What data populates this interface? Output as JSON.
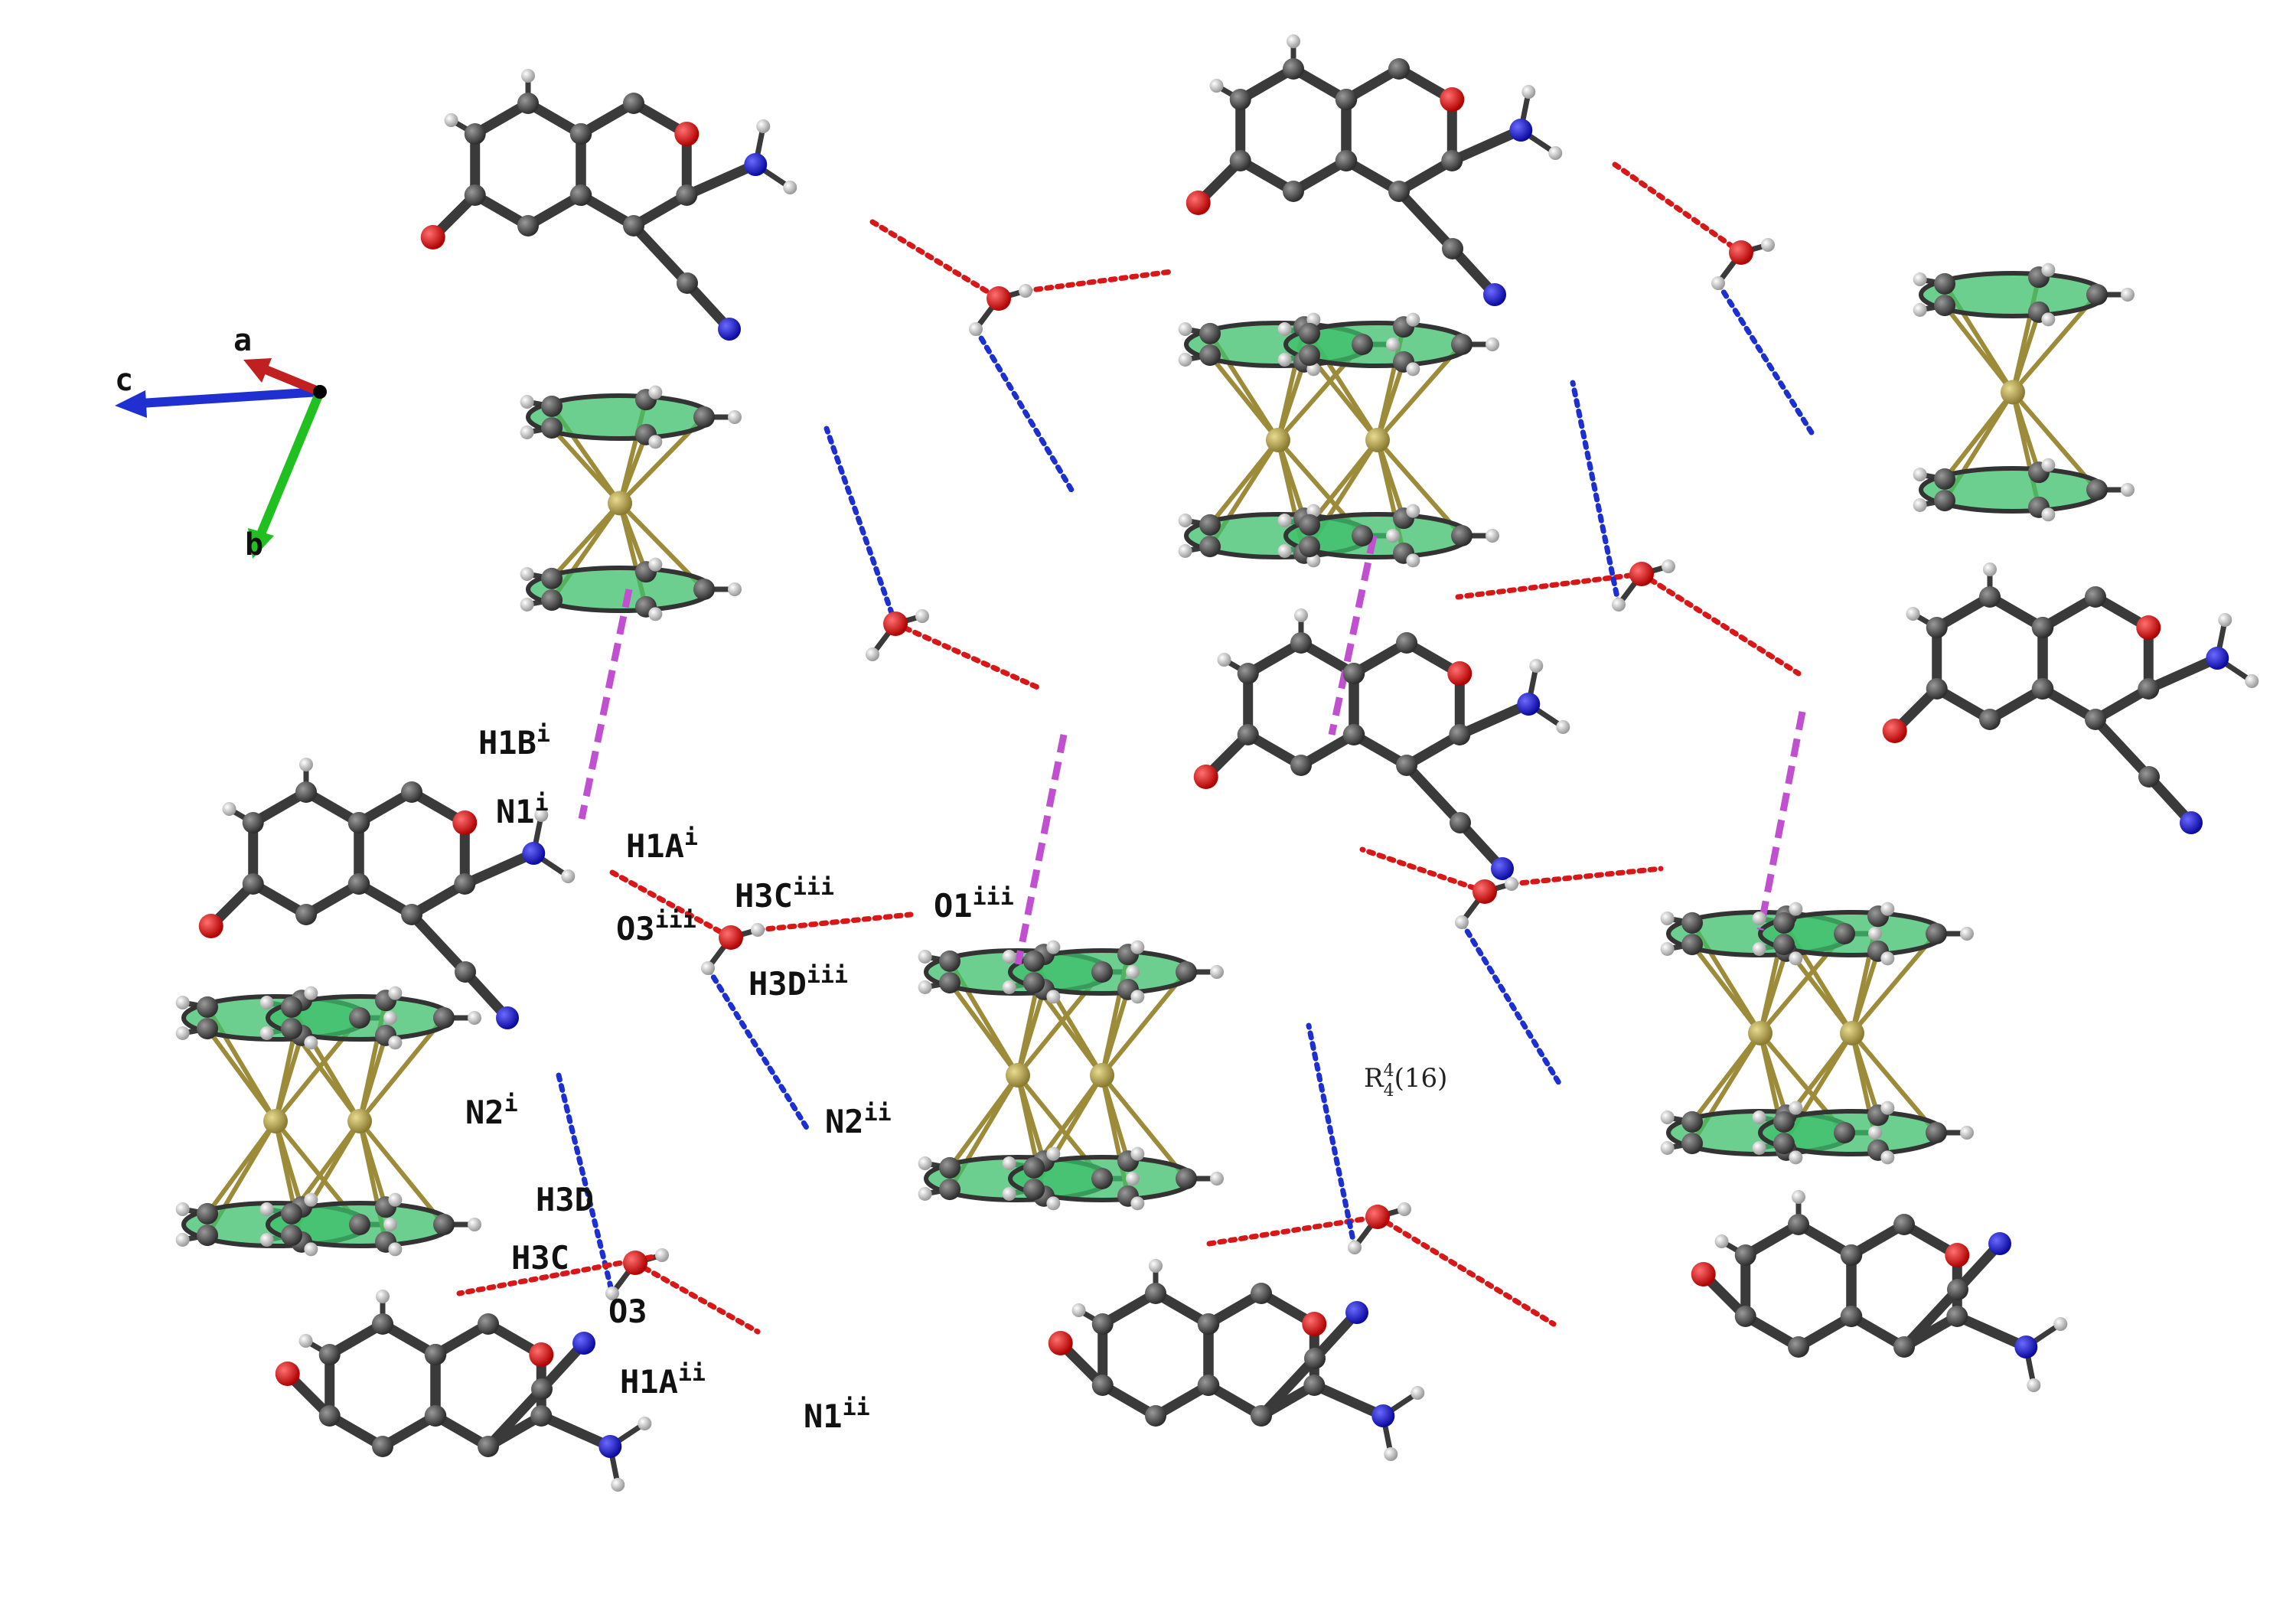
{
  "axes": {
    "a": "a",
    "b": "b",
    "c": "c"
  },
  "atom_labels": [
    {
      "id": "h1b-i",
      "base": "H1B",
      "sup": "i"
    },
    {
      "id": "n1-i",
      "base": "N1",
      "sup": "i"
    },
    {
      "id": "h1a-i",
      "base": "H1A",
      "sup": "i"
    },
    {
      "id": "h3c-iii",
      "base": "H3C",
      "sup": "iii"
    },
    {
      "id": "o1-iii",
      "base": "O1",
      "sup": "iii"
    },
    {
      "id": "o3-iii",
      "base": "O3",
      "sup": "iii"
    },
    {
      "id": "h3d-iii",
      "base": "H3D",
      "sup": "iii"
    },
    {
      "id": "n2-i",
      "base": "N2",
      "sup": "i"
    },
    {
      "id": "n2-ii",
      "base": "N2",
      "sup": "ii"
    },
    {
      "id": "h3d",
      "base": "H3D",
      "sup": ""
    },
    {
      "id": "h3c",
      "base": "H3C",
      "sup": ""
    },
    {
      "id": "o3",
      "base": "O3",
      "sup": ""
    },
    {
      "id": "h1a-ii",
      "base": "H1A",
      "sup": "ii"
    },
    {
      "id": "n1-ii",
      "base": "N1",
      "sup": "ii"
    }
  ],
  "ring_motif": {
    "R": "R",
    "sup": "4",
    "sub": "4",
    "size": "(16)"
  },
  "colors": {
    "carbon": "#4a4a4a",
    "hydrogen": "#d0d0d0",
    "oxygen": "#e0141c",
    "nitrogen": "#1414d8",
    "iron": "#b8a848",
    "cp_fill": "#3bbf6a",
    "hbond_o": "#d81818",
    "hbond_n": "#1c2fd0",
    "pi_contact": "#c050d0",
    "axis_a": "#c02020",
    "axis_b": "#20c020",
    "axis_c": "#2030d0"
  }
}
